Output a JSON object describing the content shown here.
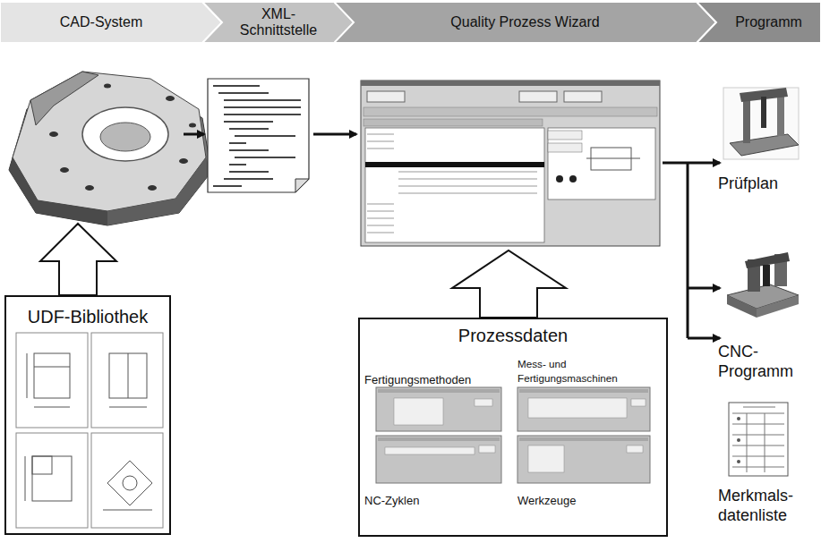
{
  "diagram": {
    "nodes": [
      {
        "text": [
          "CAD-System"
        ]
      },
      {
        "text": [
          "XML- Schnittstelle"
        ]
      },
      {
        "text": [
          "Quality Prozess Wizard"
        ]
      },
      {
        "text": [
          "Programm"
        ]
      },
      {
        "text": [
          "UDF-Bibliothek"
        ]
      },
      {
        "text": [
          "Prozessdaten"
        ]
      },
      {
        "text": [
          "Fertigungsmethoden"
        ],
        "in": 5
      },
      {
        "text": [
          "Mess- und Fertigungsmaschinen"
        ],
        "in": 5
      },
      {
        "text": [
          "NC-Zyklen"
        ],
        "in": 5
      },
      {
        "text": [
          "Werkzeuge"
        ],
        "in": 5
      },
      {
        "text": [
          "Prüfplan"
        ]
      },
      {
        "text": [
          "CNC- Programm"
        ]
      },
      {
        "text": [
          "Merkmals- datenliste"
        ]
      }
    ]
  }
}
